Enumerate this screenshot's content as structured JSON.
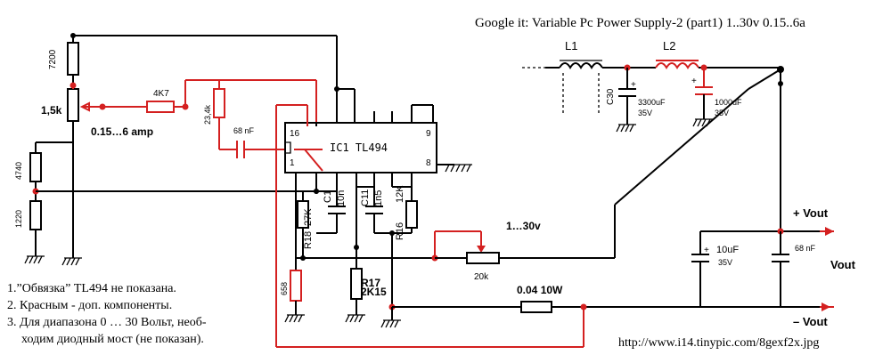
{
  "header": {
    "title": "Google it:  Variable Pc Power Supply-2 (part1) 1..30v 0.15..6a",
    "url": "http://www.i14.tinypic.com/8gexf2x.jpg"
  },
  "ic": {
    "name": "IC1 TL494",
    "pins": {
      "p16": "16",
      "p9": "9",
      "p1": "1",
      "p8": "8"
    }
  },
  "components": {
    "r7200": "7200",
    "pot1_5k": "1,5k",
    "r4k7": "4K7",
    "r23_4k": "23,4k",
    "c68nf_in": "68 nF",
    "range_amp": "0.15…6 amp",
    "r4740": "4740",
    "r1220": "1220",
    "c1_label": "C1",
    "c1_value": "10n",
    "r18_label": "R18",
    "r18_value": "27K",
    "c11_label": "C11",
    "c11_value": "1n5",
    "r16_label": "R16",
    "r16_value": "12K",
    "r17_label": "R17",
    "r17_value": "2K15",
    "r658": "658",
    "pot20k": "20k",
    "range_v": "1…30v",
    "shunt": "0.04 10W",
    "l1": "L1",
    "l2": "L2",
    "c30": "C30",
    "c3300": "3300uF",
    "c3300v": "35V",
    "c1000": "1000uF",
    "c1000v": "35V",
    "c10uf": "10uF",
    "c10ufv": "35V",
    "c68nf_out": "68 nF",
    "plus": "+"
  },
  "outputs": {
    "plus_vout": "+ Vout",
    "vout": "Vout",
    "minus_vout": "– Vout"
  },
  "notes": [
    "1.”Обвязка” TL494 не показана.",
    "2. Красным - доп. компоненты.",
    "3. Для диапазона 0 … 30 Вольт, необ-",
    "ходим диодный мост (не показан)."
  ]
}
